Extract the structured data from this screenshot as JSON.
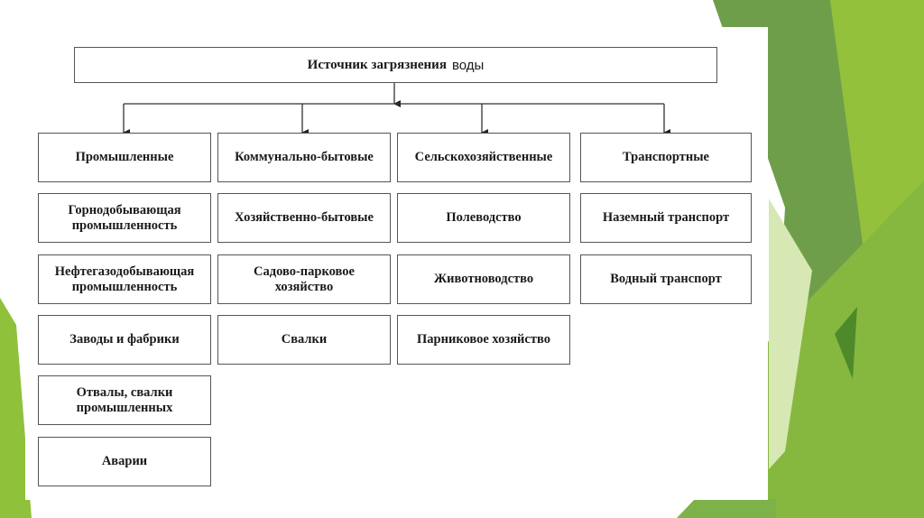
{
  "diagram": {
    "root": {
      "label_part1": "Источник загрязнения",
      "label_part2": "воды"
    },
    "columns": [
      {
        "header": "Промышленные",
        "items": [
          "Горнодобывающая\nпромышленность",
          "Нефтегазодобывающая\nпромышленность",
          "Заводы и фабрики",
          "Отвалы, свалки\nпромышленных",
          "Аварии"
        ]
      },
      {
        "header": "Коммунально-бытовые",
        "items": [
          "Хозяйственно-бытовые",
          "Садово-парковое\nхозяйство",
          "Свалки"
        ]
      },
      {
        "header": "Сельскохозяйственные",
        "items": [
          "Полеводство",
          "Животноводство",
          "Парниковое хозяйство"
        ]
      },
      {
        "header": "Транспортные",
        "items": [
          "Наземный транспорт",
          "Водный транспорт"
        ]
      }
    ]
  },
  "theme": {
    "green_dark": "#6a9a45",
    "green_mid": "#7fb23a",
    "green_light": "#98c43a",
    "green_pale": "#cfe3a6"
  }
}
